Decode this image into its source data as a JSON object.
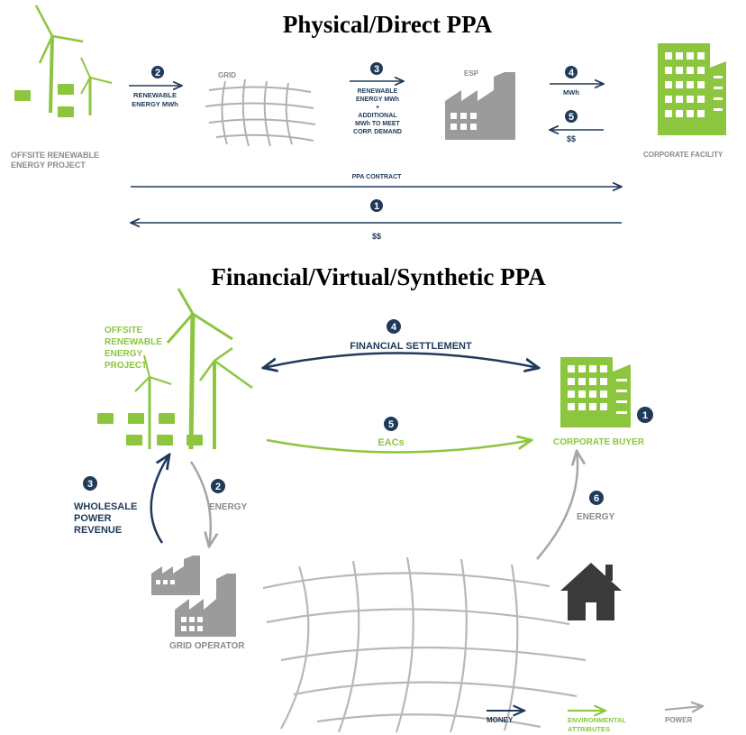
{
  "titles": {
    "top": "Physical/Direct PPA",
    "bottom": "Financial/Virtual/Synthetic PPA"
  },
  "colors": {
    "money": "#1f3a5a",
    "environmental": "#8cc63f",
    "power": "#a6a6a6",
    "grid": "#b0b0b0",
    "building": "#8cc63f",
    "factory": "#9b9b9b",
    "house": "#3a3a3a"
  },
  "top": {
    "project_label_1": "OFFSITE RENEWABLE",
    "project_label_2": "ENERGY PROJECT",
    "grid_label": "GRID",
    "esp_label": "ESP",
    "facility_label": "CORPORATE FACILITY",
    "step2_num": "2",
    "step2_line1": "RENEWABLE",
    "step2_line2": "ENERGY MWh",
    "step3_num": "3",
    "step3_lines": [
      "RENEWABLE",
      "ENERGY MWh",
      "+",
      "ADDITIONAL",
      "MWh TO MEET",
      "CORP. DEMAND"
    ],
    "step4_num": "4",
    "step4_label": "MWh",
    "step5_num": "5",
    "step5_label": "$$",
    "ppa_contract": "PPA CONTRACT",
    "step1_num": "1",
    "dollars": "$$"
  },
  "bottom": {
    "project_lines": [
      "OFFSITE",
      "RENEWABLE",
      "ENERGY",
      "PROJECT"
    ],
    "step4_num": "4",
    "settlement": "FINANCIAL SETTLEMENT",
    "step5_num": "5",
    "eacs": "EACs",
    "step1_num": "1",
    "buyer": "CORPORATE BUYER",
    "step3_num": "3",
    "wholesale_lines": [
      "WHOLESALE",
      "POWER",
      "REVENUE"
    ],
    "step2_num": "2",
    "energy_left": "ENERGY",
    "step6_num": "6",
    "energy_right": "ENERGY",
    "grid_operator": "GRID OPERATOR"
  },
  "legend": {
    "money": "MONEY",
    "env_line1": "ENVIRONMENTAL",
    "env_line2": "ATTRIBUTES",
    "power": "POWER"
  }
}
